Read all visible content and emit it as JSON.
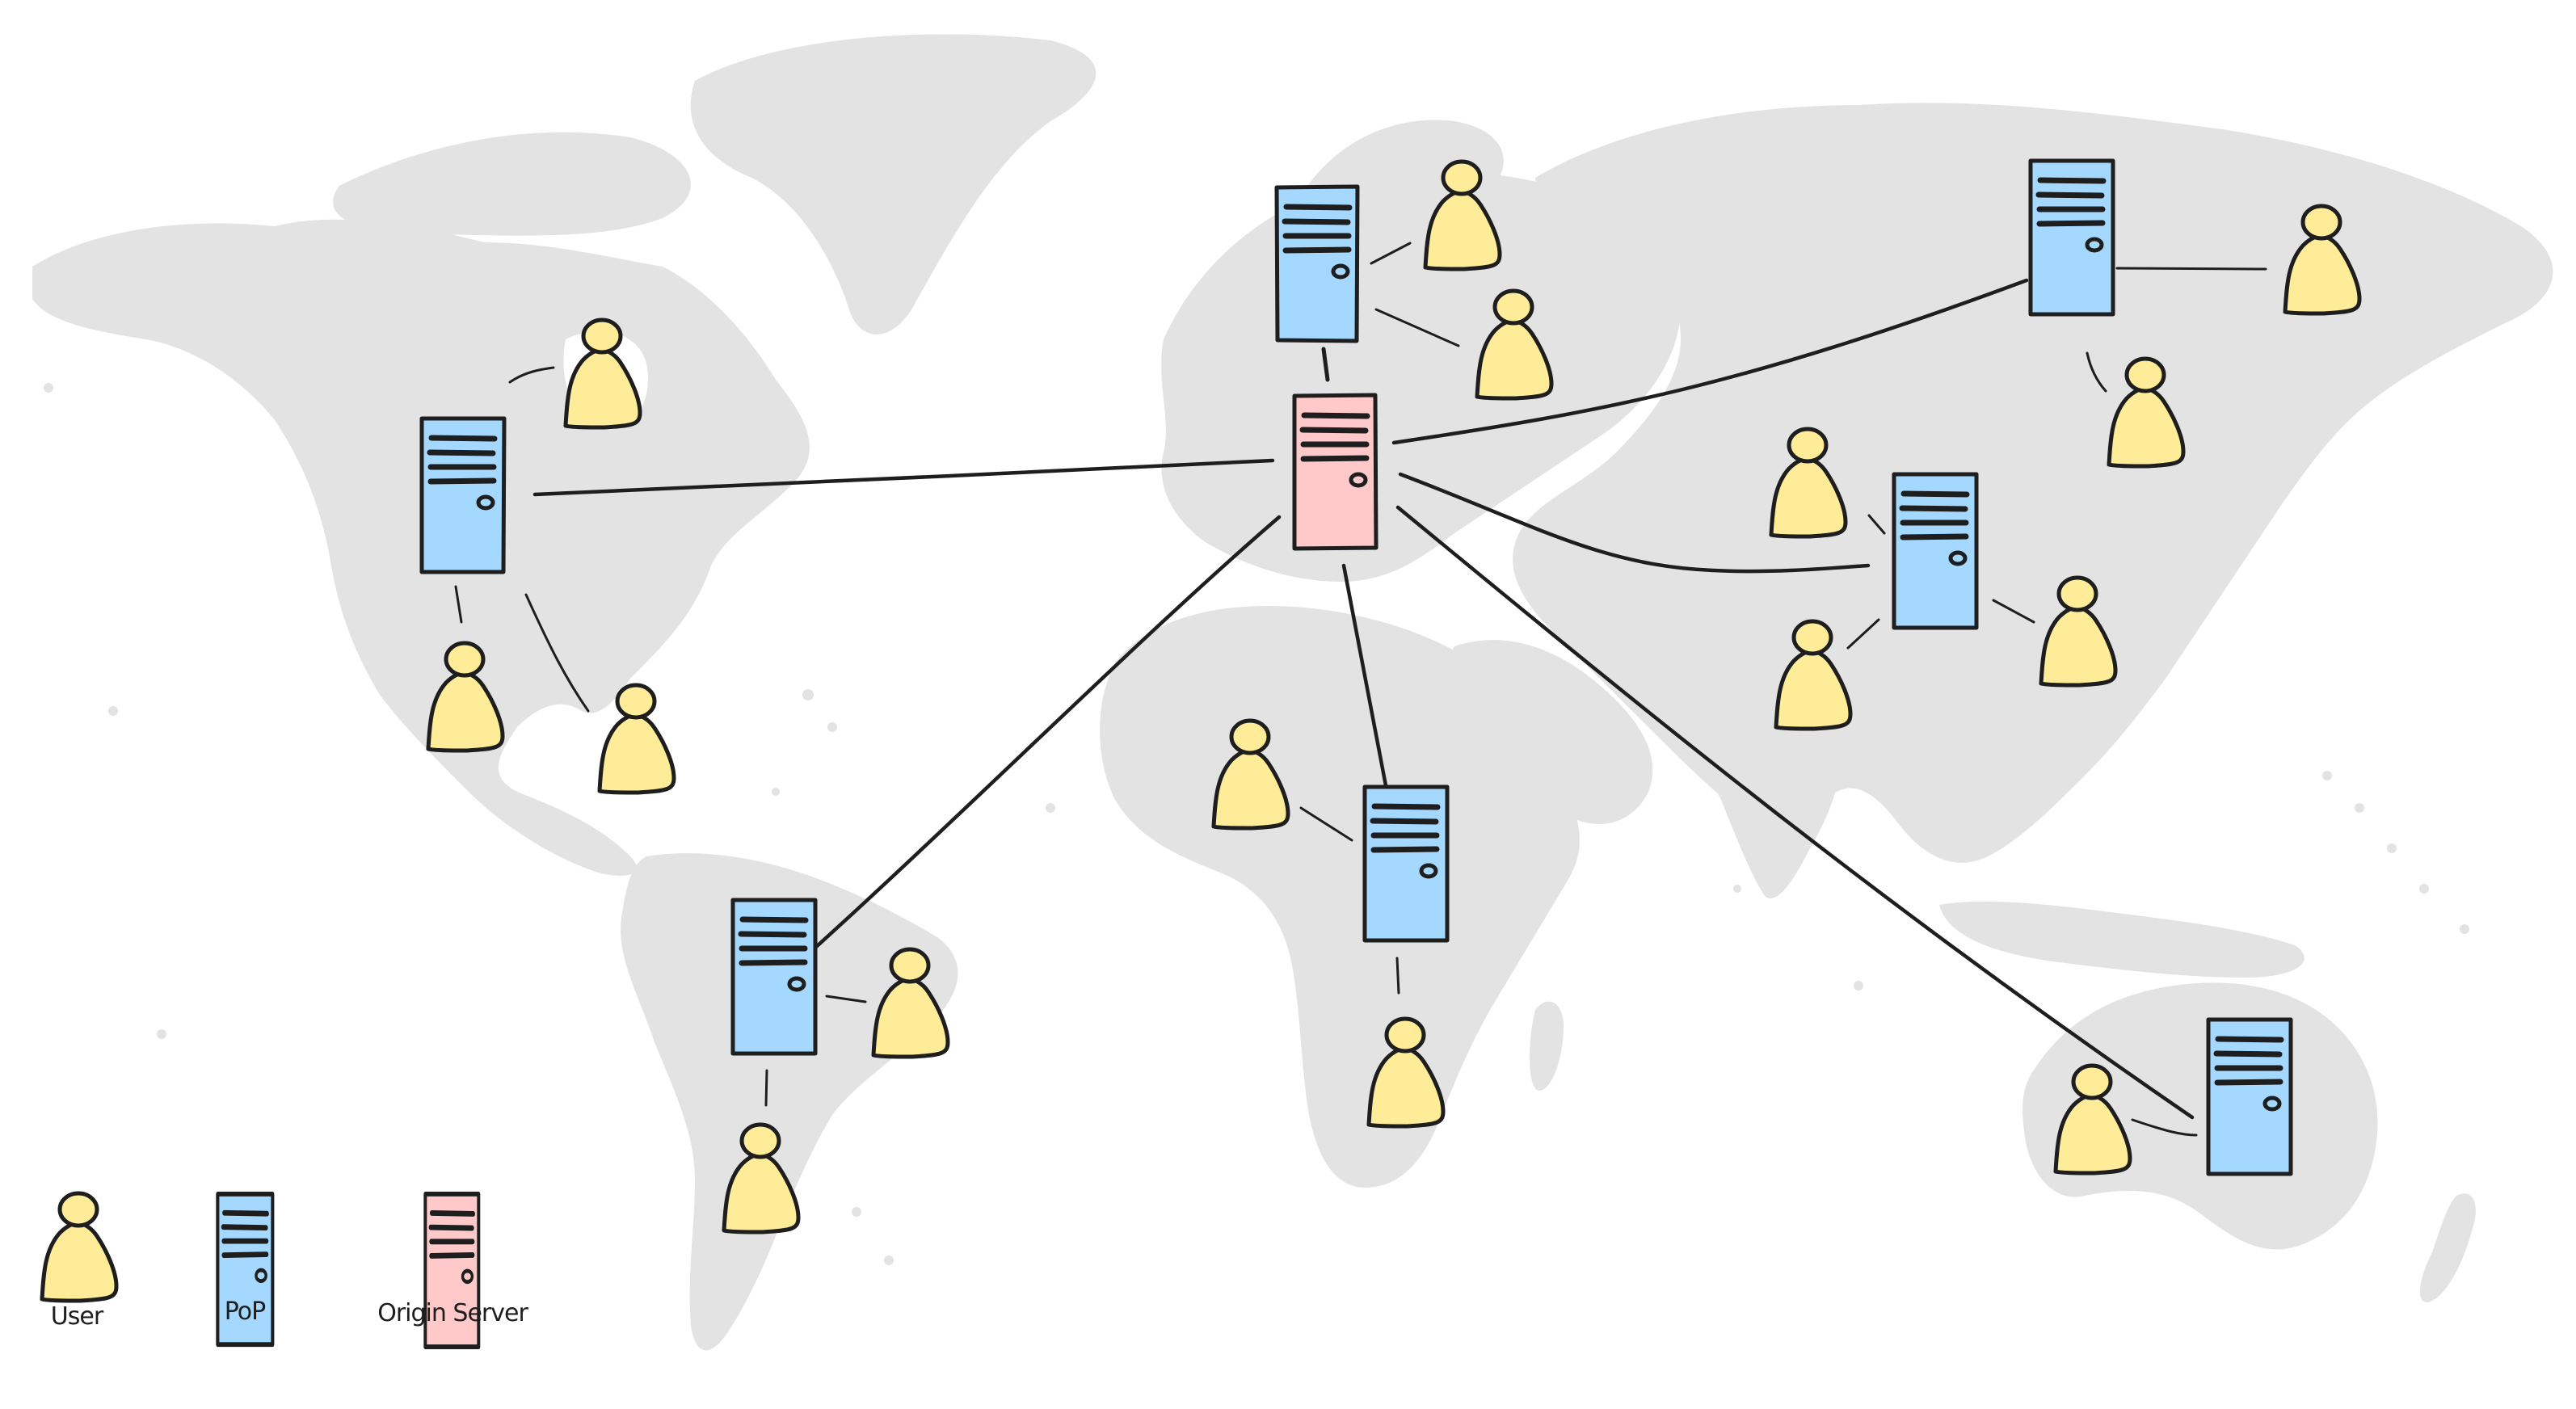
{
  "title": "CDN network map",
  "colors": {
    "land": "#e3e3e3",
    "user_fill": "#ffec99",
    "pop_fill": "#a5d8ff",
    "origin_fill": "#ffc9c9",
    "stroke": "#1e1e1e"
  },
  "legend": {
    "items": [
      {
        "kind": "user",
        "label": "User"
      },
      {
        "kind": "pop",
        "label": "PoP"
      },
      {
        "kind": "origin",
        "label": "Origin Server"
      }
    ]
  },
  "nodes": [
    {
      "id": "origin",
      "kind": "origin",
      "region": "europe-central"
    },
    {
      "id": "pop-europe",
      "kind": "pop",
      "region": "europe-north"
    },
    {
      "id": "pop-north-america",
      "kind": "pop",
      "region": "north-america"
    },
    {
      "id": "pop-northeast-asia",
      "kind": "pop",
      "region": "northeast-asia"
    },
    {
      "id": "pop-asia",
      "kind": "pop",
      "region": "asia"
    },
    {
      "id": "pop-africa",
      "kind": "pop",
      "region": "africa"
    },
    {
      "id": "pop-south-america",
      "kind": "pop",
      "region": "south-america"
    },
    {
      "id": "pop-australia",
      "kind": "pop",
      "region": "australia"
    },
    {
      "id": "user-eu-1",
      "kind": "user",
      "region": "europe"
    },
    {
      "id": "user-eu-2",
      "kind": "user",
      "region": "europe"
    },
    {
      "id": "user-na-1",
      "kind": "user",
      "region": "north-america"
    },
    {
      "id": "user-na-2",
      "kind": "user",
      "region": "north-america"
    },
    {
      "id": "user-na-3",
      "kind": "user",
      "region": "central-america"
    },
    {
      "id": "user-nea-1",
      "kind": "user",
      "region": "russia-east"
    },
    {
      "id": "user-nea-2",
      "kind": "user",
      "region": "china-north"
    },
    {
      "id": "user-as-1",
      "kind": "user",
      "region": "central-asia"
    },
    {
      "id": "user-as-2",
      "kind": "user",
      "region": "india"
    },
    {
      "id": "user-as-3",
      "kind": "user",
      "region": "china-south"
    },
    {
      "id": "user-af-1",
      "kind": "user",
      "region": "west-africa"
    },
    {
      "id": "user-af-2",
      "kind": "user",
      "region": "south-africa"
    },
    {
      "id": "user-sa-1",
      "kind": "user",
      "region": "brazil"
    },
    {
      "id": "user-sa-2",
      "kind": "user",
      "region": "argentina"
    },
    {
      "id": "user-au-1",
      "kind": "user",
      "region": "australia"
    }
  ],
  "links": [
    {
      "from": "origin",
      "to": "pop-europe",
      "tier": "backbone"
    },
    {
      "from": "origin",
      "to": "pop-north-america",
      "tier": "backbone"
    },
    {
      "from": "origin",
      "to": "pop-northeast-asia",
      "tier": "backbone"
    },
    {
      "from": "origin",
      "to": "pop-asia",
      "tier": "backbone"
    },
    {
      "from": "origin",
      "to": "pop-africa",
      "tier": "backbone"
    },
    {
      "from": "origin",
      "to": "pop-south-america",
      "tier": "backbone"
    },
    {
      "from": "origin",
      "to": "pop-australia",
      "tier": "backbone"
    },
    {
      "from": "pop-europe",
      "to": "user-eu-1",
      "tier": "edge"
    },
    {
      "from": "pop-europe",
      "to": "user-eu-2",
      "tier": "edge"
    },
    {
      "from": "pop-north-america",
      "to": "user-na-1",
      "tier": "edge"
    },
    {
      "from": "pop-north-america",
      "to": "user-na-2",
      "tier": "edge"
    },
    {
      "from": "pop-north-america",
      "to": "user-na-3",
      "tier": "edge"
    },
    {
      "from": "pop-northeast-asia",
      "to": "user-nea-1",
      "tier": "edge"
    },
    {
      "from": "pop-northeast-asia",
      "to": "user-nea-2",
      "tier": "edge"
    },
    {
      "from": "pop-asia",
      "to": "user-as-1",
      "tier": "edge"
    },
    {
      "from": "pop-asia",
      "to": "user-as-2",
      "tier": "edge"
    },
    {
      "from": "pop-asia",
      "to": "user-as-3",
      "tier": "edge"
    },
    {
      "from": "pop-africa",
      "to": "user-af-1",
      "tier": "edge"
    },
    {
      "from": "pop-africa",
      "to": "user-af-2",
      "tier": "edge"
    },
    {
      "from": "pop-south-america",
      "to": "user-sa-1",
      "tier": "edge"
    },
    {
      "from": "pop-south-america",
      "to": "user-sa-2",
      "tier": "edge"
    },
    {
      "from": "pop-australia",
      "to": "user-au-1",
      "tier": "edge"
    }
  ]
}
